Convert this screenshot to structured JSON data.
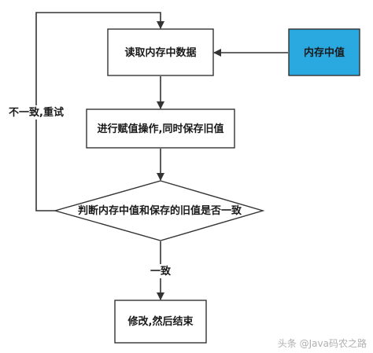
{
  "diagram": {
    "nodes": {
      "read": "读取内存中数据",
      "memory": "内存中值",
      "assign": "进行赋值操作,同时保存旧值",
      "decision": "判断内存中值和保存的旧值是否一致",
      "finish": "修改,然后结束"
    },
    "edges": {
      "mismatch": "不一致,重试",
      "match": "一致"
    }
  },
  "watermark": "头条 @Java码农之路",
  "colors": {
    "accent_box": "#2aa8e0",
    "stroke": "#333333"
  }
}
